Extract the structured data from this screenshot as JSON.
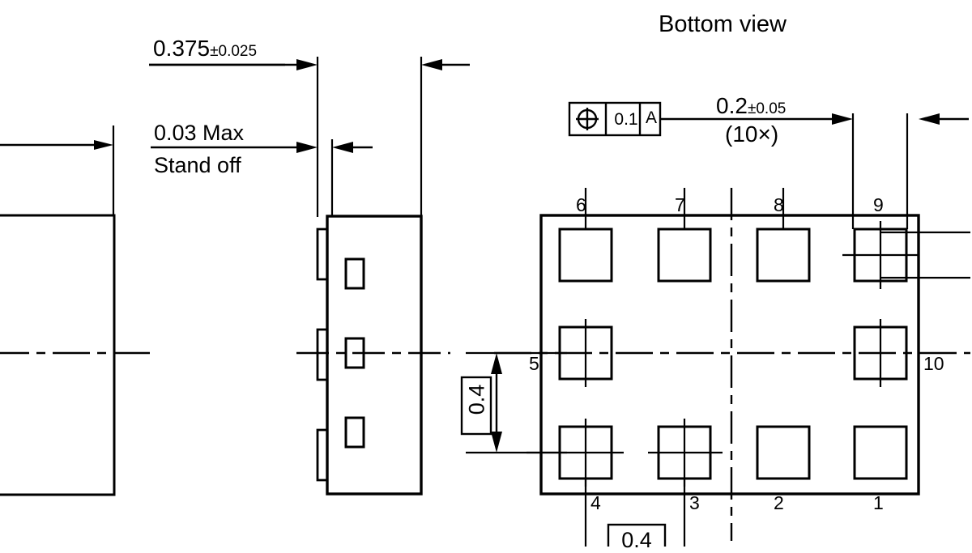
{
  "drawing": {
    "type": "mechanical-package-outline",
    "background_color": "#ffffff",
    "line_color": "#000000"
  },
  "titles": {
    "bottom_view": "Bottom view"
  },
  "side_view_dimensions": {
    "overall_width": {
      "nominal": "0.375",
      "tolerance": "±0.025"
    },
    "standoff": {
      "value": "0.03 Max",
      "label": "Stand off"
    }
  },
  "bottom_view_dimensions": {
    "pad_width": {
      "nominal": "0.2",
      "tolerance": "±0.05",
      "quantity": "(10×)"
    },
    "pitch_vertical": {
      "value": "0.4"
    },
    "pitch_horizontal": {
      "value": "0.4"
    }
  },
  "feature_control_frame": {
    "symbol": "position-icon",
    "tolerance": "0.1",
    "datum": "A"
  },
  "pins": {
    "top_row": [
      {
        "number": "6",
        "crosshair": false
      },
      {
        "number": "7",
        "crosshair": false
      },
      {
        "number": "8",
        "crosshair": false
      },
      {
        "number": "9",
        "crosshair": true
      }
    ],
    "middle_row": [
      {
        "number": "5",
        "crosshair": true
      },
      {
        "number": "10",
        "crosshair": true
      }
    ],
    "bottom_row": [
      {
        "number": "4",
        "crosshair": true
      },
      {
        "number": "3",
        "crosshair": true
      },
      {
        "number": "2",
        "crosshair": false
      },
      {
        "number": "1",
        "crosshair": false
      }
    ]
  },
  "chart_data": {
    "type": "table",
    "title": "Bottom view",
    "pad_count": 10,
    "pad_numbers": [
      "1",
      "2",
      "3",
      "4",
      "5",
      "6",
      "7",
      "8",
      "9",
      "10"
    ],
    "pad_size_mm": 0.2,
    "pad_size_tolerance_mm": 0.05,
    "pitch_x_mm": 0.4,
    "pitch_y_mm": 0.4,
    "position_tolerance_mm": 0.1,
    "datum": "A",
    "package_width_mm": 0.375,
    "package_width_tolerance_mm": 0.025,
    "standoff_max_mm": 0.03
  }
}
